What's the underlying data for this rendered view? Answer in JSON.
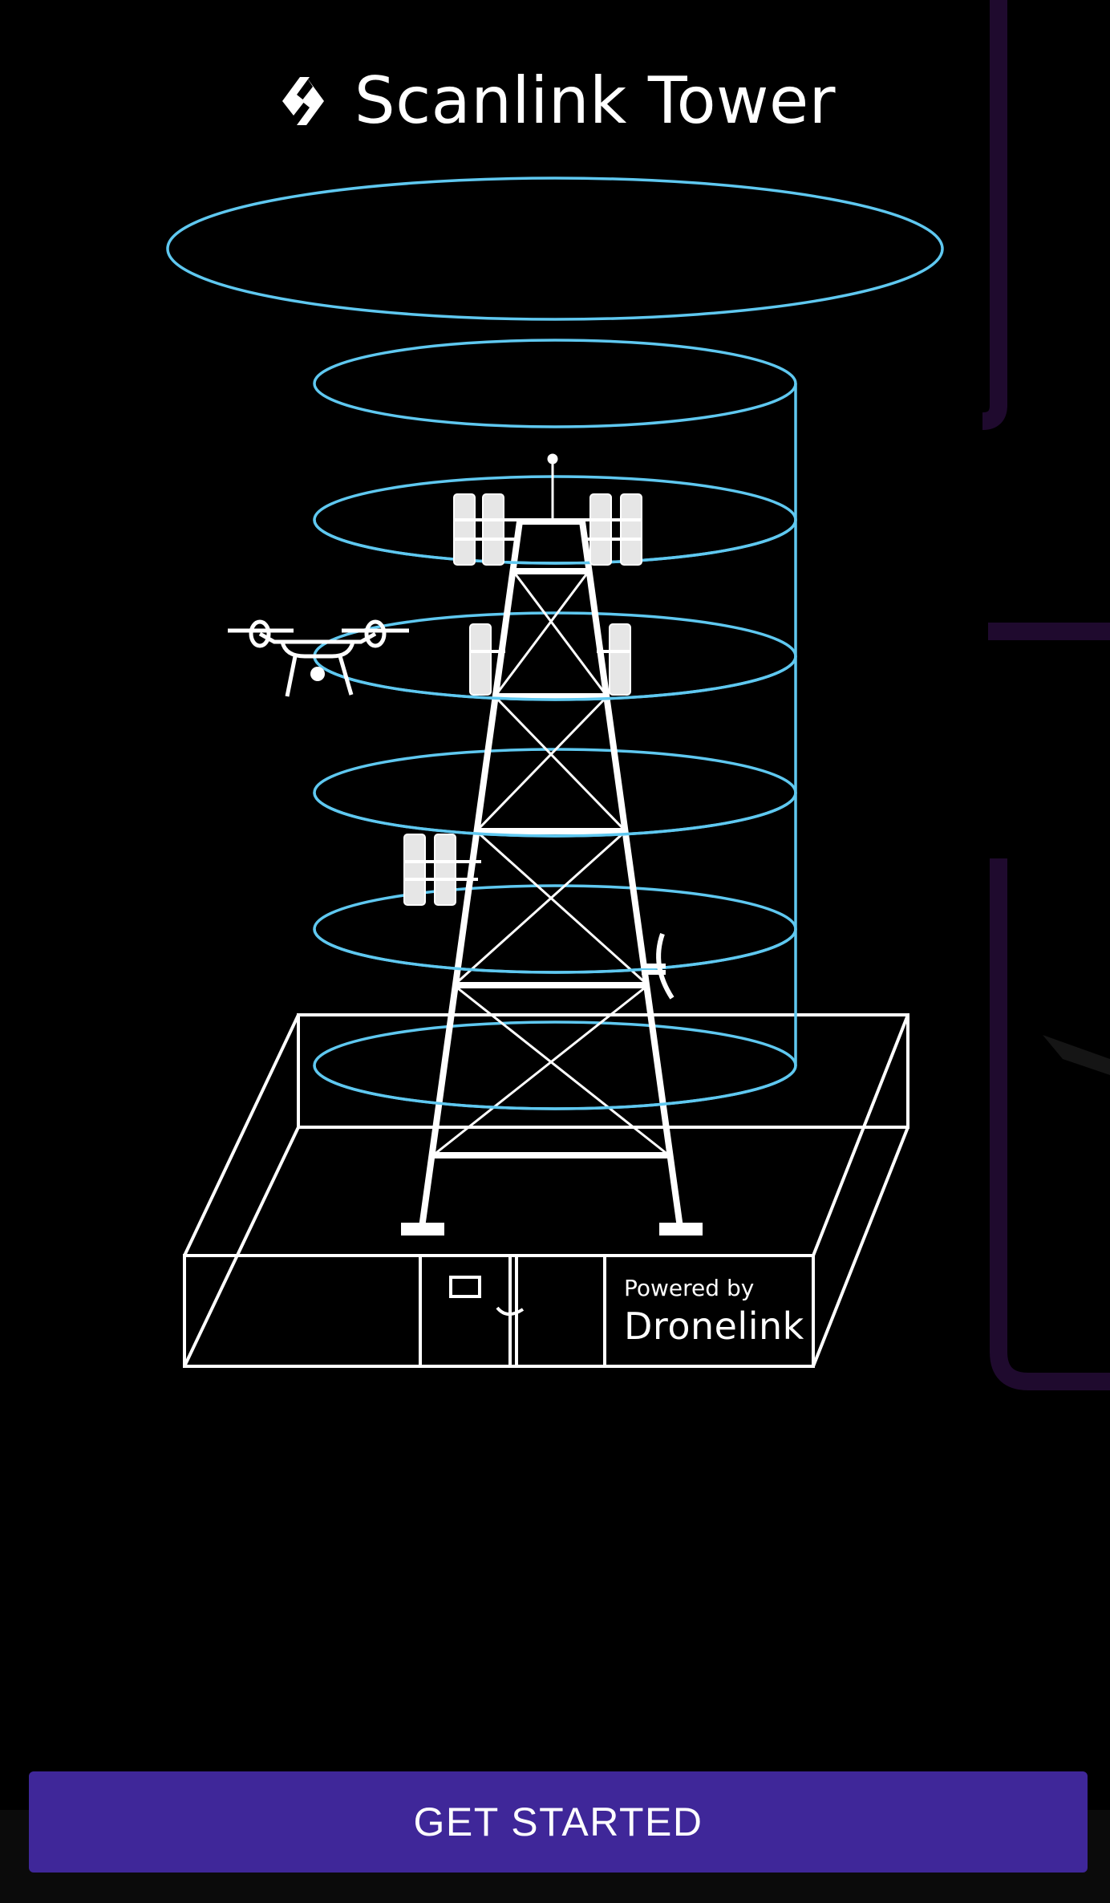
{
  "app": {
    "title": "Scanlink Tower",
    "logo_icon": "chevron-diamond-logo-icon"
  },
  "illustration": {
    "subject": "cell-tower-with-drone-scan-rings",
    "ring_color": "#5fc8f0",
    "line_color": "#ffffff",
    "powered_by_small": "Powered by",
    "powered_by_brand": "Dronelink"
  },
  "side_panel_accent": "#1f0a2e",
  "actions": {
    "get_started_label": "GET STARTED",
    "button_color": "#3f2799"
  }
}
